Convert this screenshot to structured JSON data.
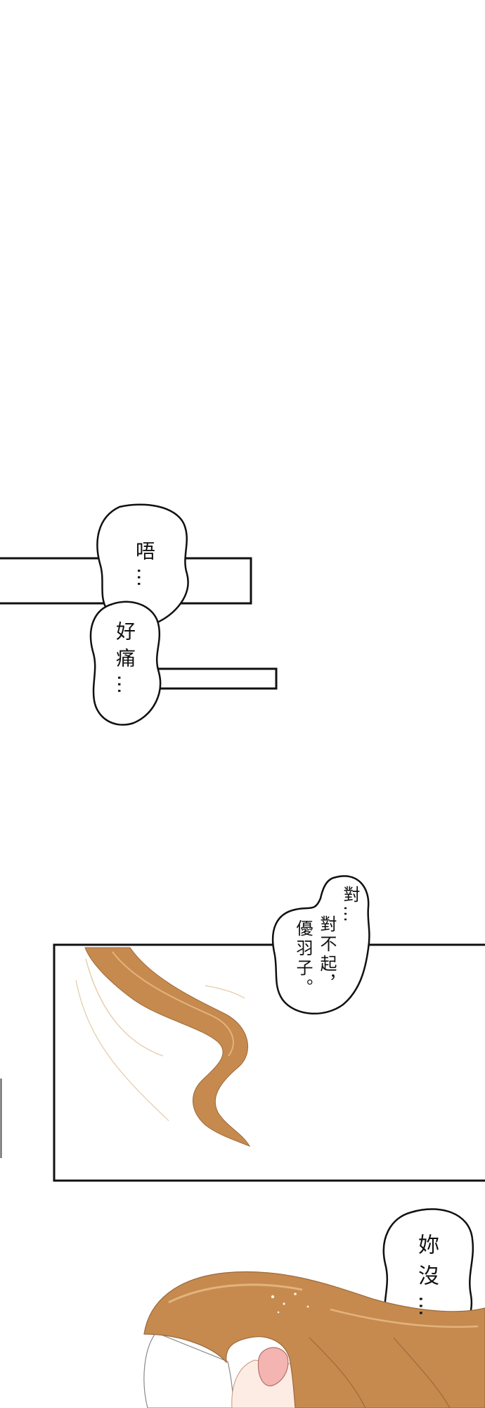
{
  "bubbles": [
    {
      "lines": [
        "唔…"
      ]
    },
    {
      "lines": [
        "好痛…"
      ]
    },
    {
      "lines": [
        "對…",
        "對不起，",
        "優羽子。"
      ]
    },
    {
      "lines": [
        "妳沒…"
      ]
    }
  ],
  "colors": {
    "ink": "#111111",
    "hair": "#c68a4e",
    "hair_shadow": "#9c6a3c",
    "hair_highlight": "#e3b37c",
    "skin": "#fdece4",
    "ear": "#f3b4b2",
    "faint_line": "#e4cba8"
  }
}
